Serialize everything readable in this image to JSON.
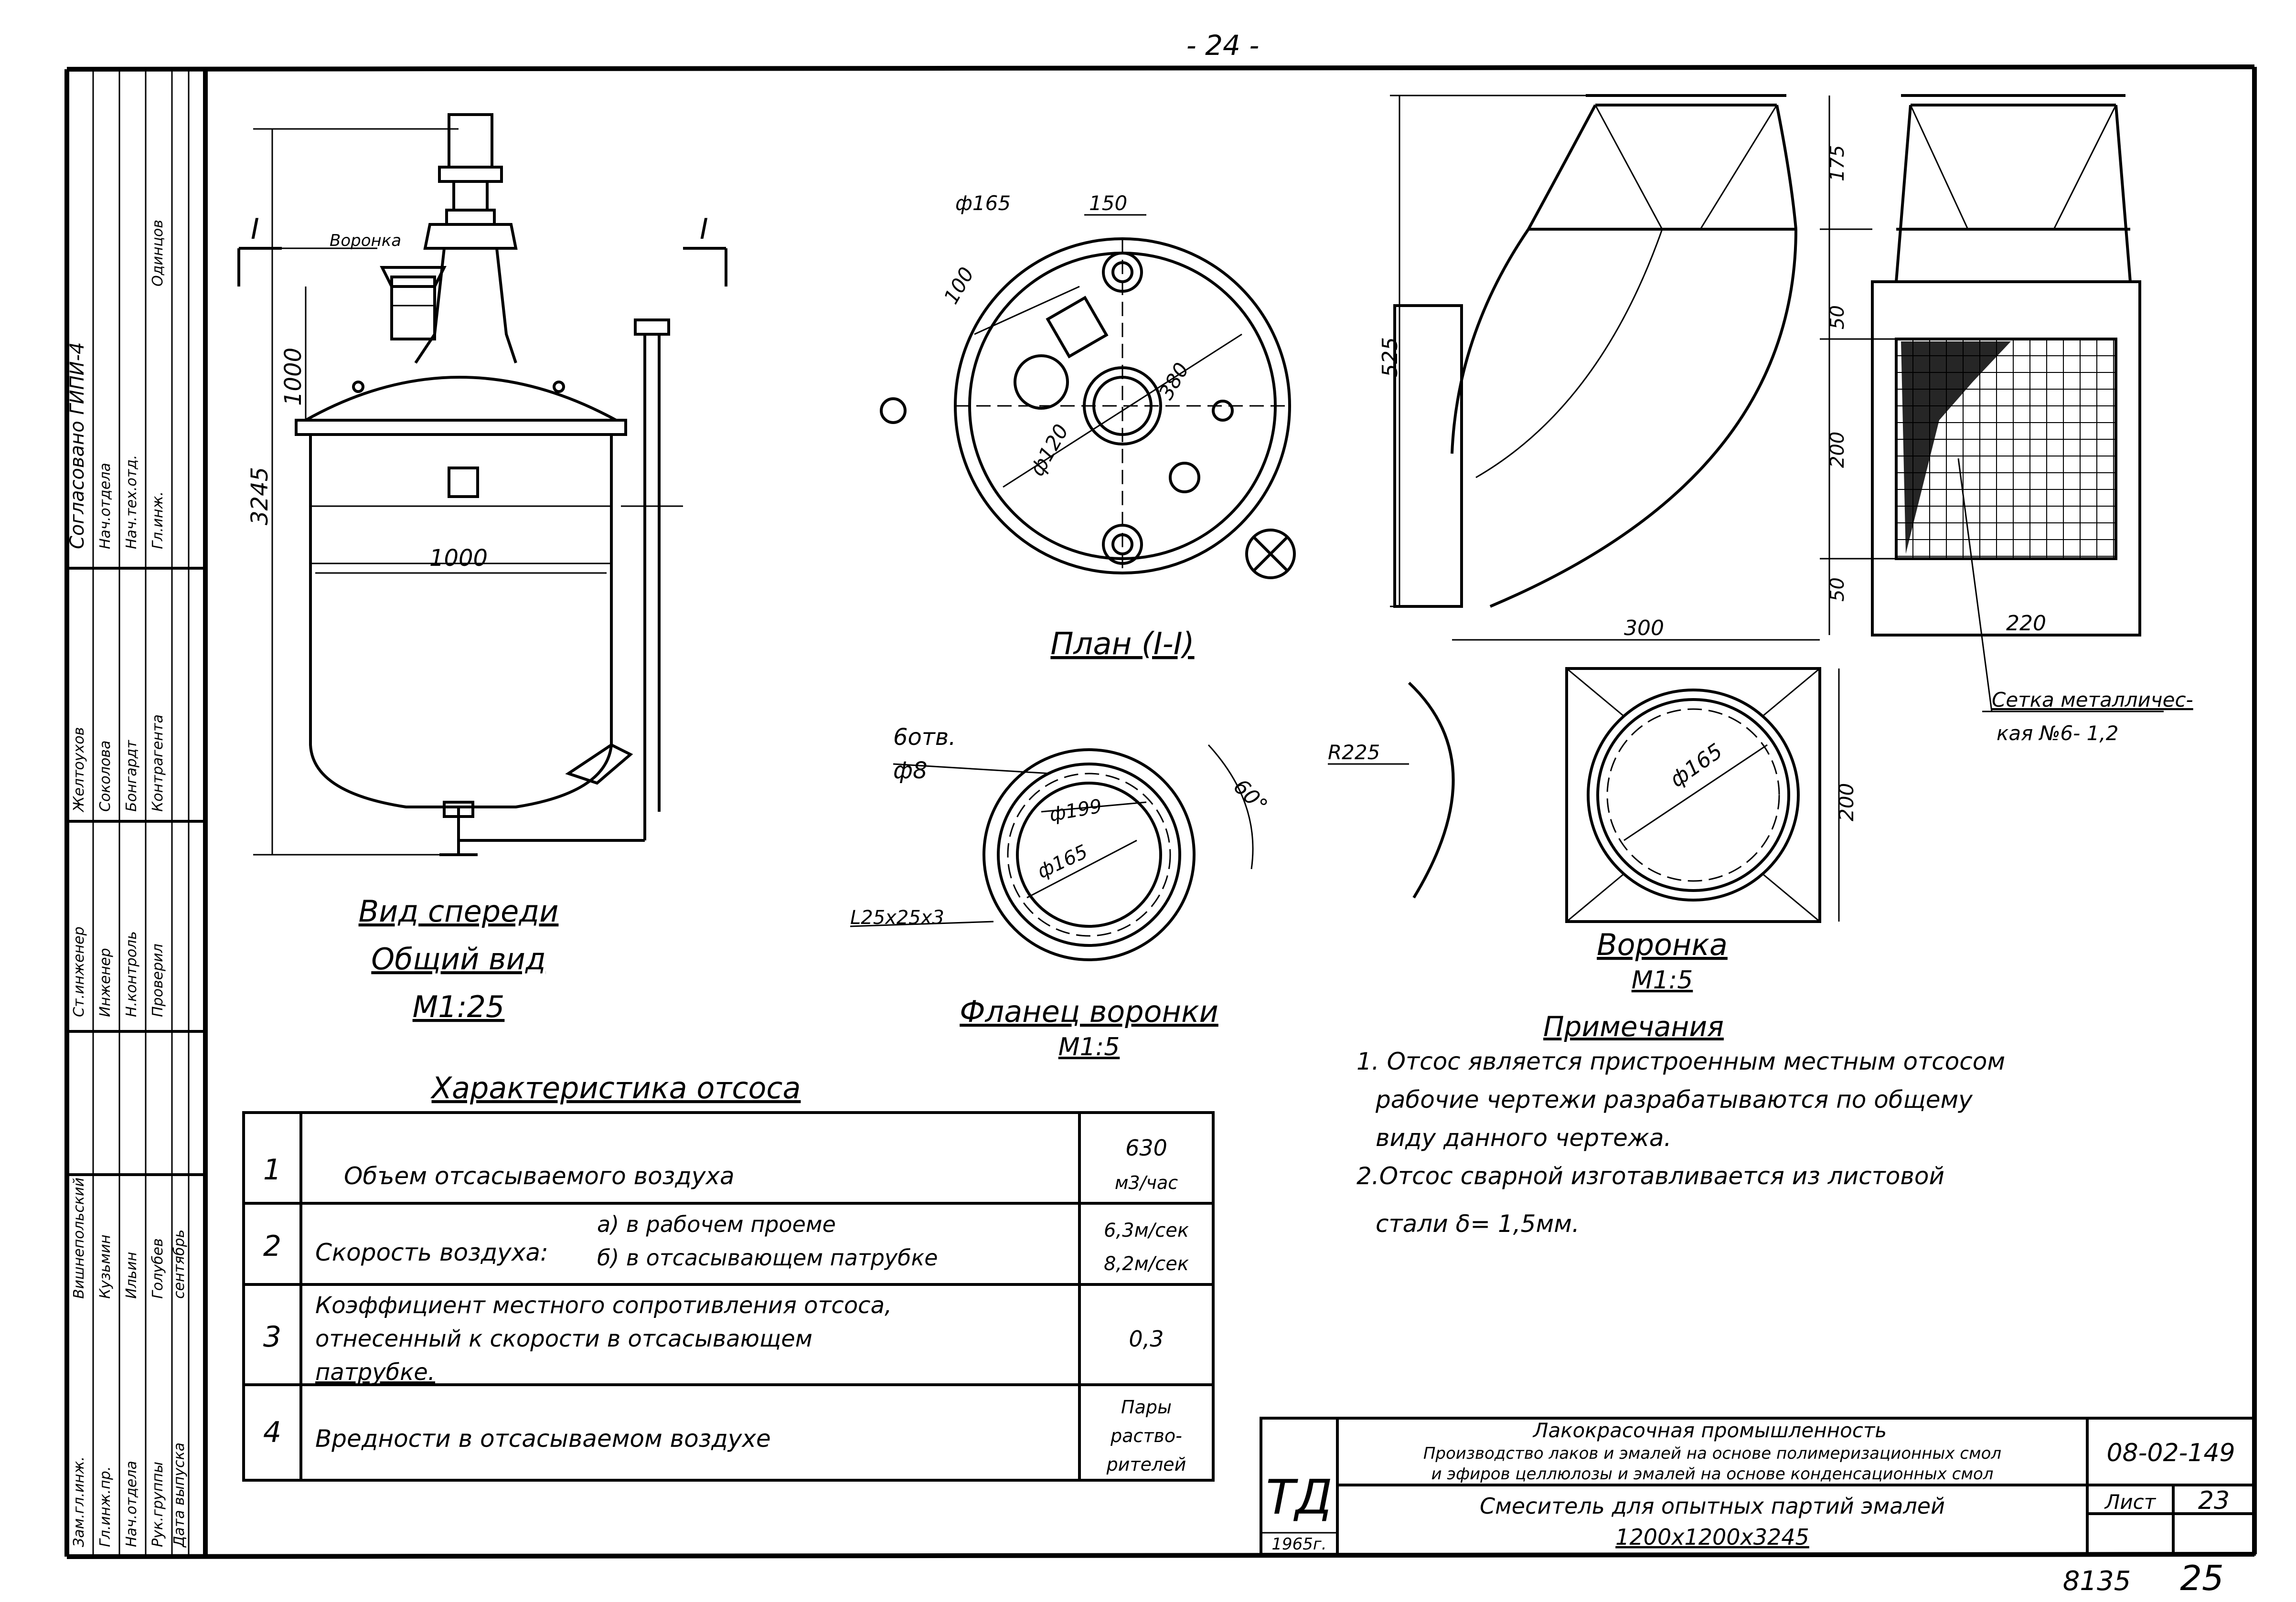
{
  "page_number": "- 24 -",
  "sheet_numbers": {
    "doc": "8135",
    "page": "25"
  },
  "front_view": {
    "title": "Вид спереди",
    "subtitle": "Общий вид",
    "scale": "М1:25",
    "dims": {
      "height_total": "3245",
      "height_upper": "1000",
      "diameter": "1000"
    },
    "section_mark": "I",
    "funnel_label": "Воронка"
  },
  "plan_view": {
    "title": "План (I-I)",
    "dims": {
      "d165": "ф165",
      "d150": "150",
      "d100": "100",
      "d380": "380",
      "d120": "ф120"
    }
  },
  "flange_view": {
    "title": "Фланец воронки",
    "scale": "М1:5",
    "dims": {
      "holes": "6отв.",
      "hole_d": "ф8",
      "angle": "60°",
      "d199": "ф199",
      "d165": "ф165",
      "angle_profile": "L25x25x3"
    }
  },
  "funnel_view": {
    "title": "Воронка",
    "scale": "М1:5",
    "dims": {
      "h525": "525",
      "h175": "175",
      "h50a": "50",
      "h200": "200",
      "h50b": "50",
      "w220": "220",
      "w300": "300",
      "h200b": "200",
      "r225": "R225",
      "d165": "ф165"
    },
    "mesh_note_1": "Сетка металличес-",
    "mesh_note_2": "кая №6- 1,2"
  },
  "notes": {
    "title": "Примечания",
    "lines": [
      "1. Отсос является пристроенным местным отсосом",
      "рабочие чертежи разрабатываются по общему",
      "виду данного чертежа.",
      "2.Отсос сварной изготавливается из листовой",
      "стали δ= 1,5мм."
    ]
  },
  "characteristics": {
    "title": "Характеристика отсоса",
    "rows": [
      {
        "num": "1",
        "lines": [
          "Объем отсасываемого воздуха"
        ],
        "value": [
          "630",
          "м3/час"
        ]
      },
      {
        "num": "2",
        "lines": [
          "Скорость воздуха:",
          "а) в рабочем проеме",
          "б) в отсасывающем патрубке"
        ],
        "value": [
          "6,3м/сек",
          "8,2м/сек"
        ]
      },
      {
        "num": "3",
        "lines": [
          "Коэффициент местного сопротивления отсоса,",
          "отнесенный к скорости в отсасывающем",
          "патрубке."
        ],
        "value": [
          "0,3"
        ]
      },
      {
        "num": "4",
        "lines": [
          "Вредности в отсасываемом воздухе"
        ],
        "value": [
          "Пары",
          "раство-",
          "рителей"
        ]
      }
    ]
  },
  "title_block": {
    "td": "ТД",
    "year": "1965г.",
    "industry": "Лакокрасочная промышленность",
    "line2": "Производство лаков и эмалей на основе полимеризационных смол",
    "line3": "и эфиров целлюлозы и эмалей на основе конденсационных смол",
    "product_1": "Смеситель для опытных партий эмалей",
    "product_2": "1200х1200х3245",
    "code": "08-02-149",
    "sheet_label": "Лист",
    "sheet_num": "23"
  },
  "side_stamp": {
    "agreed": "Согласовано ГИПИ-4",
    "columns": [
      [
        "Зам.гл.инж.",
        "Гл.инж.пр.",
        "Нач.отдела",
        "Рук.группы",
        "Дата выпуска"
      ],
      [
        "Вишнепольский",
        "Кузьмин",
        "Ильин",
        "Голубев",
        "сентябрь"
      ],
      [
        "Ст.инженер",
        "Инженер",
        "Н.контроль",
        "Проверил",
        ""
      ],
      [
        "Желтоухов",
        "Соколова",
        "Бонгардт",
        "Контрагента",
        ""
      ],
      [
        "Нач.отдела",
        "Нач.тех.отд.",
        "Гл.инж.",
        "Одинцов",
        ""
      ]
    ]
  }
}
